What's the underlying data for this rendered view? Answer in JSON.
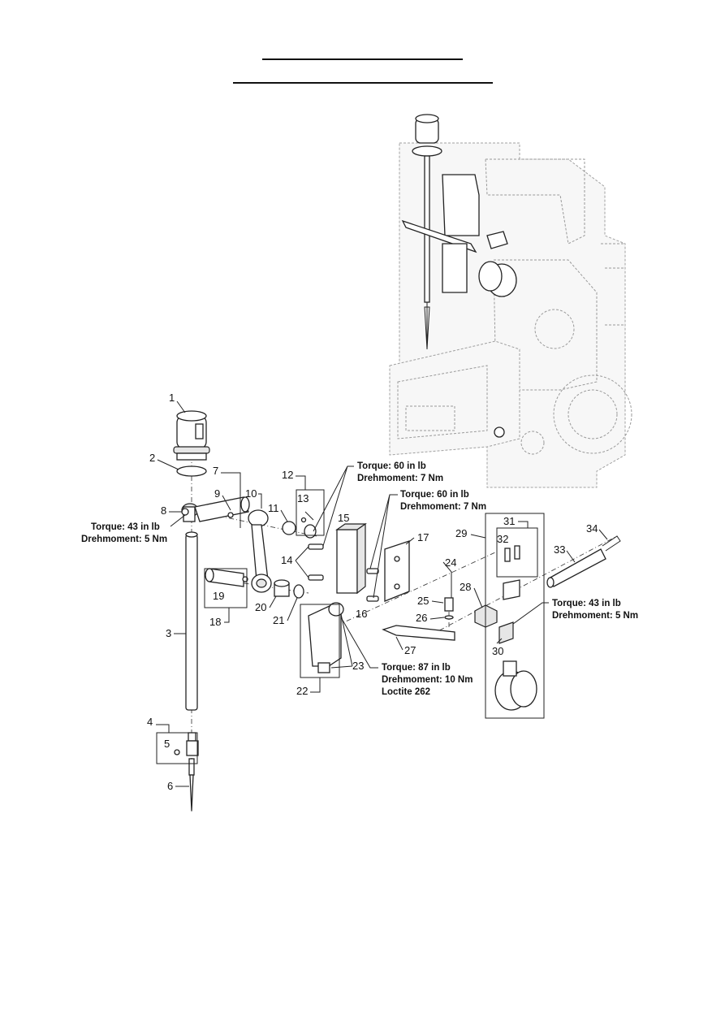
{
  "header": {
    "line_count": 2
  },
  "callouts": [
    "1",
    "2",
    "3",
    "4",
    "5",
    "6",
    "7",
    "8",
    "9",
    "10",
    "11",
    "12",
    "13",
    "14",
    "15",
    "16",
    "17",
    "18",
    "19",
    "20",
    "21",
    "22",
    "23",
    "24",
    "25",
    "26",
    "27",
    "28",
    "29",
    "30",
    "31",
    "32",
    "33",
    "34"
  ],
  "torque_notes": [
    {
      "line1": "Torque: 60 in lb",
      "line2": "Drehmoment: 7 Nm"
    },
    {
      "line1": "Torque: 60 in lb",
      "line2": "Drehmoment: 7 Nm"
    },
    {
      "line1": "Torque: 43 in lb",
      "line2": "Drehmoment: 5 Nm"
    },
    {
      "line1": "Torque: 43 in lb",
      "line2": "Drehmoment: 5 Nm"
    },
    {
      "line1": "Torque: 87 in lb",
      "line2": "Drehmoment: 10 Nm",
      "line3": "Loctite 262"
    }
  ],
  "icons": {
    "overview": "machine-overview-icon",
    "needle": "needle-icon"
  }
}
